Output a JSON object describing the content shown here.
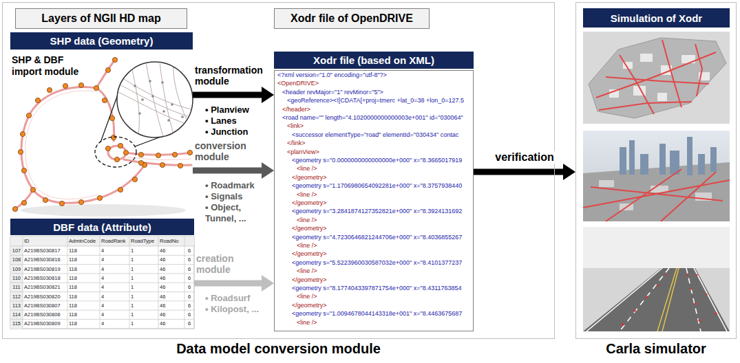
{
  "diagram": {
    "nodes": [
      {
        "text": [
          "Data model conversion module"
        ]
      },
      {
        "text": [
          "Layers of NGII HD map"
        ],
        "in": 0
      },
      {
        "text": [
          "Xodr file of OpenDRIVE"
        ],
        "in": 0
      },
      {
        "text": [
          "SHP data (Geometry)"
        ],
        "in": 0
      },
      {
        "text": [
          "DBF data (Attribute)"
        ],
        "in": 0
      },
      {
        "text": [
          "Xodr file (based on XML)"
        ],
        "in": 0
      },
      {
        "text": [
          "Carla simulator"
        ]
      },
      {
        "text": [
          "Simulation of Xodr"
        ],
        "in": 6
      }
    ],
    "edges": [
      {
        "from": 3,
        "to": 5,
        "arrow": "to",
        "label": "transformation module"
      },
      {
        "from": 3,
        "to": 5,
        "arrow": "to",
        "label": "conversion module"
      },
      {
        "from": 4,
        "to": 5,
        "arrow": "to",
        "label": "creation module"
      },
      {
        "from": 5,
        "to": 6,
        "arrow": "to",
        "label": "verification"
      }
    ],
    "labels": [
      "SHP & DBF import module",
      "• Planview",
      "• Lanes",
      "• Junction",
      "• Roadmark",
      "• Signals",
      "• Object, Tunnel, ...",
      "• Roadsurf",
      "• Kilopost, ...",
      "ID",
      "AdminCode",
      "RoadRank",
      "RoadType",
      "RoadNo",
      "107",
      "A219BS030817",
      "118",
      "4",
      "1",
      "46",
      "6",
      "108",
      "A219BS030816",
      "118",
      "4",
      "1",
      "46",
      "6",
      "109",
      "A219BS030819",
      "118",
      "4",
      "1",
      "46",
      "6",
      "110",
      "A219BS030818",
      "118",
      "4",
      "1",
      "46",
      "6",
      "111",
      "A219BS030821",
      "118",
      "4",
      "1",
      "46",
      "6",
      "112",
      "A219BS030820",
      "118",
      "4",
      "1",
      "46",
      "6",
      "113",
      "A219BS030807",
      "118",
      "4",
      "1",
      "46",
      "6",
      "114",
      "A219BS030806",
      "118",
      "4",
      "1",
      "46",
      "6",
      "115",
      "A219BS030809",
      "118",
      "4",
      "1",
      "46",
      "6",
      "<?xml version=\"1.0\" encoding=\"utf-8\"?>",
      "<OpenDRIVE>",
      "<header revMajor=\"1\" revMinor=\"5\">",
      "<geoReference><![CDATA[+proj=tmerc +lat_0=38 +lon_0=127.5",
      "</header>",
      "<road name=\"\" length=\"4.1020000000000003e+001\" id=\"030064\"",
      "<link>",
      "<successor elementType=\"road\" elementId=\"030434\" contac",
      "</link>",
      "<planView>",
      "<geometry s=\"0.0000000000000000e+000\" x=\"8.3665017919",
      "<line />",
      "</geometry>",
      "<geometry s=\"1.1706980654092281e+000\" x=\"8.3757938440",
      "<line />",
      "</geometry>",
      "<geometry s=\"3.2841874127352821e+000\" x=\"8.3924131692",
      "<line />",
      "</geometry>",
      "<geometry s=\"4.7230646821244706e+000\" x=\"8.4036855267",
      "<line />",
      "</geometry>",
      "<geometry s=\"5.5223960030587032e+000\" x=\"8.4101377237",
      "<line />",
      "</geometry>",
      "<geometry s=\"8.1774043397871754e+000\" x=\"8.4311763854",
      "<line />",
      "</geometry>",
      "<geometry s=\"1.0094678044143318e+001\" x=\"8.4463675687",
      "<line />"
    ]
  }
}
